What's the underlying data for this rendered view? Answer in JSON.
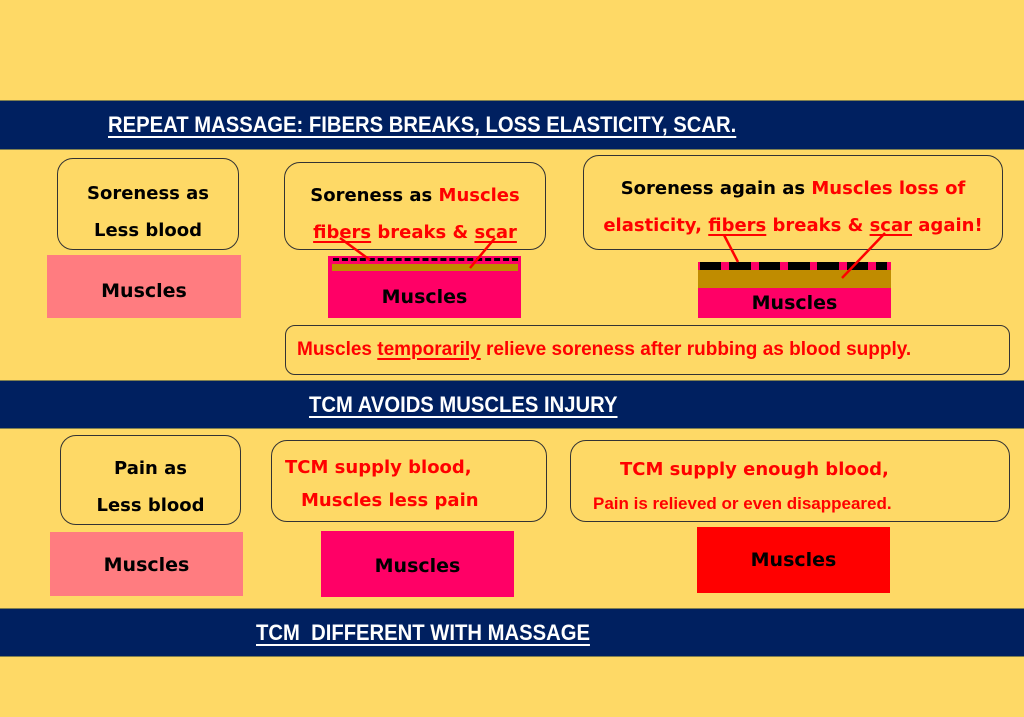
{
  "colors": {
    "background": "#FED966",
    "band": "#002060",
    "band_text": "#FFFFFF",
    "highlight_text": "#FF0000",
    "muscle_pale": "#FF7C80",
    "muscle_pink": "#FF0066",
    "muscle_red": "#FF0000",
    "scar_layer": "#C08C00"
  },
  "section1": {
    "title": "REPEAT MASSAGE: FIBERS BREAKS, LOSS ELASTICITY, SCAR.",
    "stage1": {
      "bubble_line1": "Soreness as",
      "bubble_line2": "Less blood",
      "muscle_label": "Muscles"
    },
    "stage2": {
      "bubble_line1_black": "Soreness as ",
      "bubble_line1_red": "Muscles",
      "bubble_line2_fibers": "fibers",
      "bubble_line2_mid": " breaks & ",
      "bubble_line2_scar": "scar",
      "muscle_label": "Muscles"
    },
    "stage3": {
      "bubble_line1_black": "Soreness again as ",
      "bubble_line1_red": "Muscles loss of",
      "bubble_line2_pre": "elasticity, ",
      "bubble_line2_fibers": "fibers",
      "bubble_line2_mid": " breaks & ",
      "bubble_line2_scar": "scar",
      "bubble_line2_post": " again!",
      "muscle_label": "Muscles"
    },
    "note": {
      "pre": "Muscles ",
      "underlined": "temporarily",
      "post": " relieve soreness after rubbing as blood supply."
    }
  },
  "section2": {
    "title": "TCM AVOIDS MUSCLES INJURY",
    "stage1": {
      "bubble_line1": "Pain as",
      "bubble_line2": "Less blood",
      "muscle_label": "Muscles"
    },
    "stage2": {
      "bubble_line1": "TCM supply blood,",
      "bubble_line2": "Muscles less pain",
      "muscle_label": "Muscles"
    },
    "stage3": {
      "bubble_line1": "TCM supply enough blood,",
      "bubble_line2": "Pain is relieved or even disappeared.",
      "muscle_label": "Muscles"
    }
  },
  "section3": {
    "title": "TCM  DIFFERENT WITH MASSAGE"
  }
}
